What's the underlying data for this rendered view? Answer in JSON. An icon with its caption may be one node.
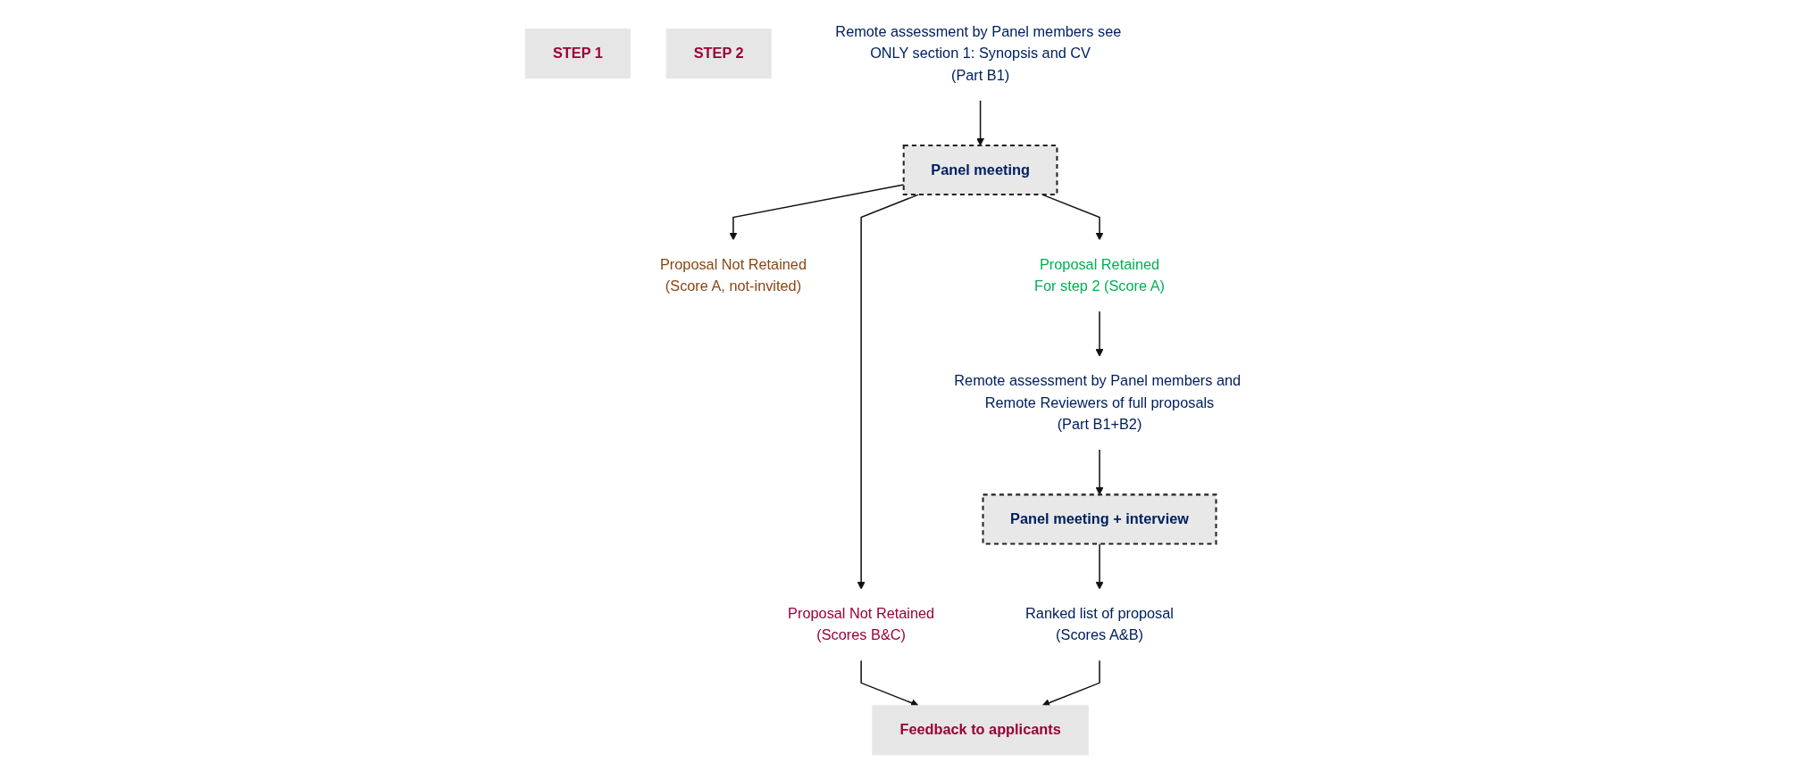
{
  "diagram": {
    "nodes": [
      {
        "text": [
          "STEP 1"
        ]
      },
      {
        "text": [
          "STEP 2"
        ]
      },
      {
        "text": [
          "Remote assessment by Panel members see ONLY section 1: Synopsis and CV",
          "(Part B1)"
        ]
      },
      {
        "text": [
          "Panel meeting"
        ]
      },
      {
        "text": [
          "Proposal Not Retained",
          "(Scores B&C)"
        ]
      },
      {
        "text": [
          "Proposal Not Retained",
          "(Score A, not-invited)"
        ]
      },
      {
        "text": [
          "Proposal Retained",
          "For step 2 (Score A)"
        ]
      },
      {
        "text": [
          "Remote assessment by Panel members and Remote Reviewers of full proposals",
          "(Part B1+B2)"
        ]
      },
      {
        "text": [
          "Panel meeting + interview"
        ]
      },
      {
        "text": [
          "Ranked list of proposal",
          "(Scores A&B)"
        ]
      },
      {
        "text": [
          "Feedback to applicants"
        ]
      }
    ],
    "edges": [
      {
        "from": 2,
        "to": 3,
        "arrow": "to"
      },
      {
        "from": 3,
        "to": 4,
        "arrow": "to"
      },
      {
        "from": 3,
        "to": 5,
        "arrow": "to"
      },
      {
        "from": 3,
        "to": 6,
        "arrow": "to"
      },
      {
        "from": 6,
        "to": 7,
        "arrow": "to"
      },
      {
        "from": 7,
        "to": 8,
        "arrow": "to"
      },
      {
        "from": 8,
        "to": 9,
        "arrow": "to"
      },
      {
        "from": 4,
        "to": 10,
        "arrow": "to"
      },
      {
        "from": 9,
        "to": 10,
        "arrow": "to"
      }
    ]
  }
}
